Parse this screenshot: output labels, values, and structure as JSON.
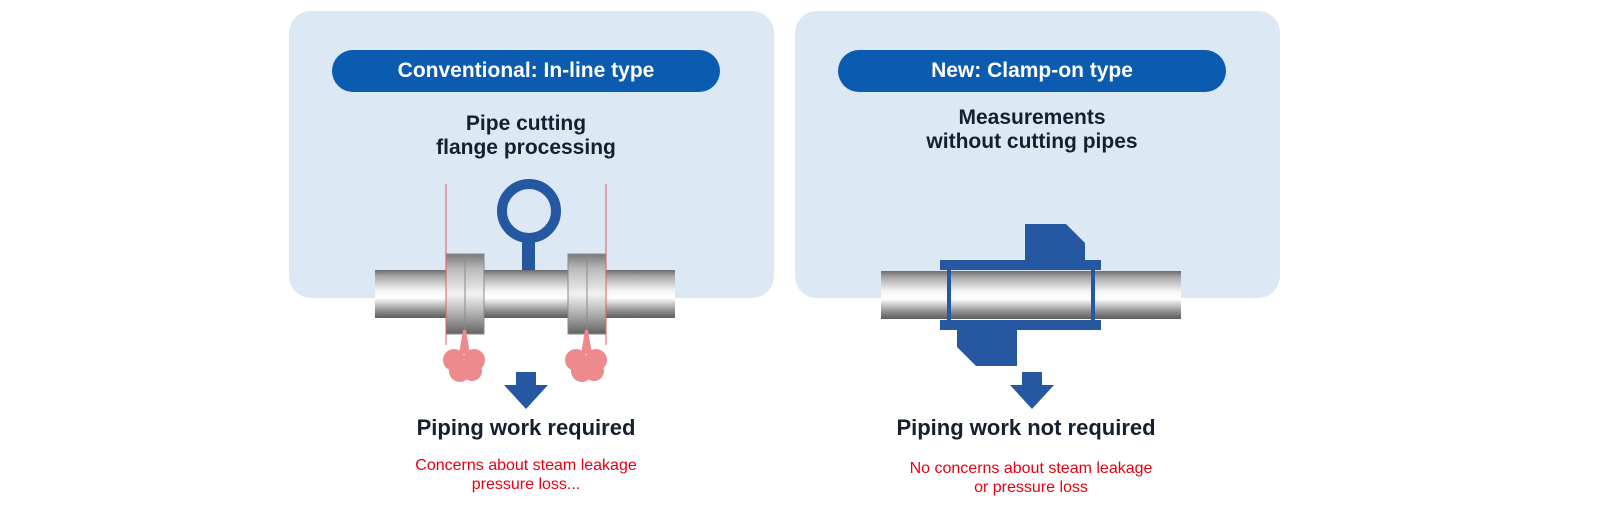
{
  "colors": {
    "panel_bg": "#dce8f4",
    "accent_blue": "#0b5bb0",
    "device_blue": "#2558a0",
    "leak_pink": "#ec8a8d",
    "warning_red": "#e60012",
    "text_dark": "#15202e"
  },
  "conventional": {
    "label": "Conventional: In-line type",
    "subtitle_line1": "Pipe cutting",
    "subtitle_line2": "flange processing",
    "result": "Piping work required",
    "concern_line1": "Concerns about steam leakage",
    "concern_line2": "pressure loss..."
  },
  "new": {
    "label": "New: Clamp-on type",
    "subtitle_line1": "Measurements",
    "subtitle_line2": "without cutting pipes",
    "result": "Piping work not required",
    "concern_line1": "No concerns about steam leakage",
    "concern_line2": "or pressure loss"
  },
  "icons": {
    "inline_meter": "inline-flowmeter-icon",
    "clamp_meter": "clamp-on-flowmeter-icon",
    "arrow": "down-arrow-icon",
    "leak": "steam-leak-icon"
  }
}
